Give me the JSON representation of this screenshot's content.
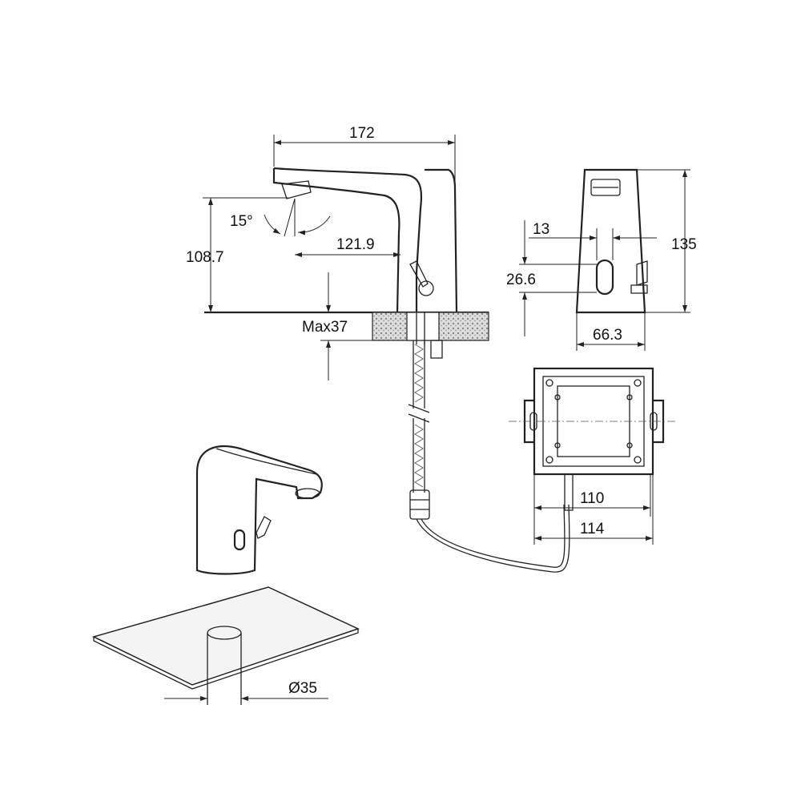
{
  "dimensions": {
    "spout_length": "172",
    "spout_angle": "15°",
    "height": "108.7",
    "reach": "121.9",
    "max_counter_thickness": "Max37",
    "sensor_offset": "13",
    "total_height": "135",
    "sensor_height": "26.6",
    "base_width": "66.3",
    "box_inner_width": "110",
    "box_outer_width": "114",
    "hole_diameter": "Ø35"
  },
  "colors": {
    "line": "#222222",
    "hatch": "#bbbbbb"
  }
}
